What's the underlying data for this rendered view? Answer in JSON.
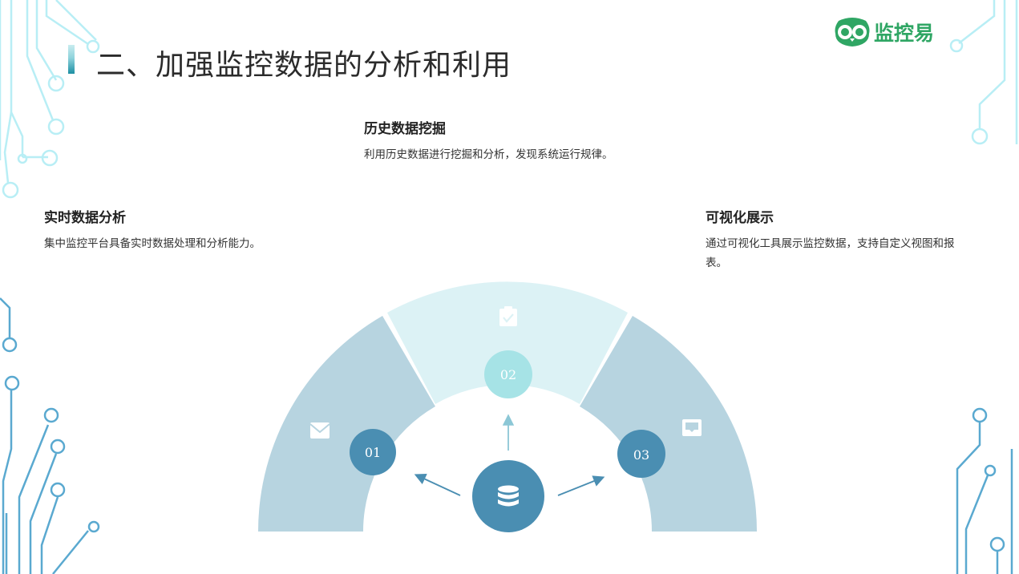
{
  "slide": {
    "title": "二、加强监控数据的分析和利用",
    "logo_text": "监控易"
  },
  "features": {
    "history": {
      "number": "02",
      "title": "历史数据挖掘",
      "desc": "利用历史数据进行挖掘和分析，发现系统运行规律。",
      "icon": "clipboard-check-icon"
    },
    "realtime": {
      "number": "01",
      "title": "实时数据分析",
      "desc": "集中监控平台具备实时数据处理和分析能力。",
      "icon": "envelope-icon"
    },
    "visual": {
      "number": "03",
      "title": "可视化展示",
      "desc": "通过可视化工具展示监控数据，支持自定义视图和报表。",
      "icon": "inbox-tray-icon"
    },
    "center_icon": "database-icon"
  },
  "colors": {
    "side_segment": "#b7d4e0",
    "middle_segment": "#dcf2f5",
    "node_dark": "#4a8eb2",
    "node_light": "#a6e3e6",
    "center_node": "#4a8eb2",
    "arrow": "#4a8eb2",
    "logo_green": "#2fa664",
    "circuit": "#8fd8e8"
  }
}
